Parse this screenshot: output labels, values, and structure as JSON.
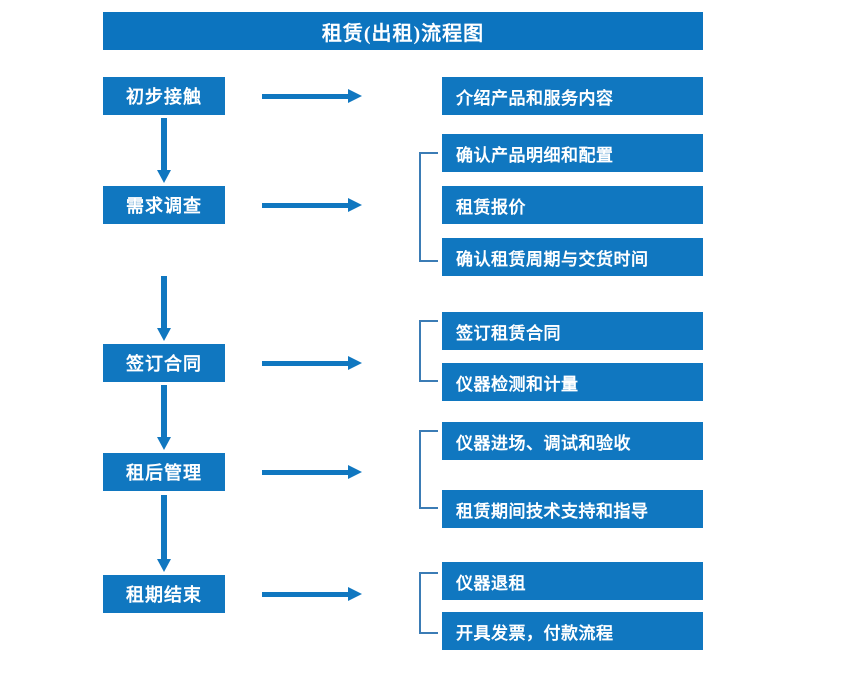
{
  "title": "租赁(出租)流程图",
  "colors": {
    "title_bar": "#0c74bf",
    "box_fill": "#1077c0",
    "box_text": "#ffffff",
    "arrow": "#1077c0",
    "bracket": "#3b7cb5",
    "background": "#ffffff"
  },
  "stages": [
    {
      "label": "初步接触"
    },
    {
      "label": "需求调查"
    },
    {
      "label": "签订合同"
    },
    {
      "label": "租后管理"
    },
    {
      "label": "租期结束"
    }
  ],
  "details": [
    {
      "label": "介绍产品和服务内容"
    },
    {
      "label": "确认产品明细和配置"
    },
    {
      "label": "租赁报价"
    },
    {
      "label": "确认租赁周期与交货时间"
    },
    {
      "label": "签订租赁合同"
    },
    {
      "label": "仪器检测和计量"
    },
    {
      "label": "仪器进场、调试和验收"
    },
    {
      "label": "租赁期间技术支持和指导"
    },
    {
      "label": "仪器退租"
    },
    {
      "label": "开具发票，付款流程"
    }
  ],
  "flow": {
    "stage_to_detail_arrow": "right-arrow",
    "stage_to_stage_arrow": "down-arrow",
    "group_marker": "square-bracket"
  }
}
